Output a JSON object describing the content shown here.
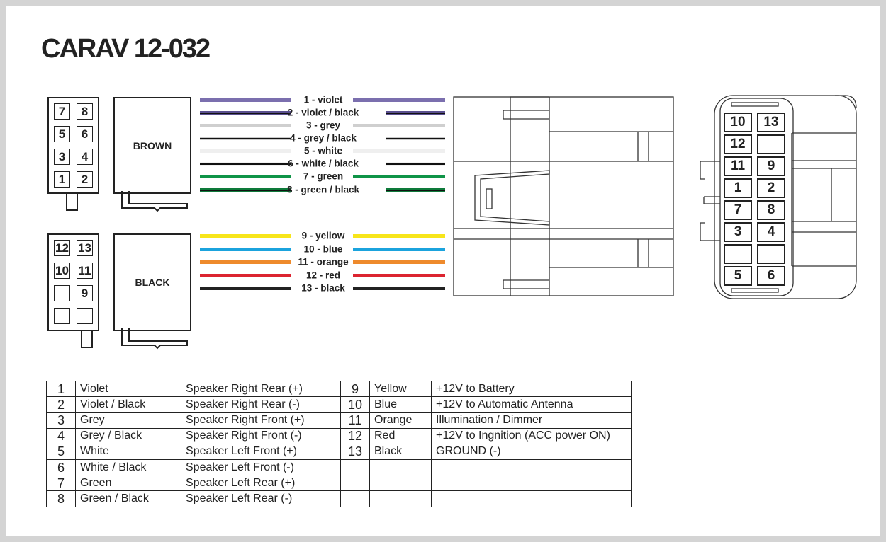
{
  "title": "CARAV 12-032",
  "connectors": {
    "brown": {
      "label": "BROWN",
      "pins": [
        [
          "7",
          "8"
        ],
        [
          "5",
          "6"
        ],
        [
          "3",
          "4"
        ],
        [
          "1",
          "2"
        ]
      ]
    },
    "black": {
      "label": "BLACK",
      "pins": [
        [
          "12",
          "13"
        ],
        [
          "10",
          "11"
        ],
        [
          "",
          "9"
        ],
        [
          "",
          ""
        ]
      ]
    }
  },
  "wires": [
    {
      "label": "1 - violet",
      "color": "#7b6fae",
      "striped": false
    },
    {
      "label": "2 - violet / black",
      "color": "#5a4f8f",
      "striped": true
    },
    {
      "label": "3 - grey",
      "color": "#cfcfcf",
      "striped": false
    },
    {
      "label": "4 - grey / black",
      "color": "#c8c8c8",
      "striped": true
    },
    {
      "label": "5 - white",
      "color": "#efefef",
      "striped": false
    },
    {
      "label": "6 - white / black",
      "color": "#f2f2f2",
      "striped": true
    },
    {
      "label": "7 - green",
      "color": "#0f9447",
      "striped": false
    },
    {
      "label": "8 - green / black",
      "color": "#0e7a3a",
      "striped": true
    },
    {
      "label": "9 - yellow",
      "color": "#f7e51a",
      "striped": false
    },
    {
      "label": "10 - blue",
      "color": "#1ba3dd",
      "striped": false
    },
    {
      "label": "11 - orange",
      "color": "#ee8a2c",
      "striped": false
    },
    {
      "label": "12 - red",
      "color": "#dc2430",
      "striped": false
    },
    {
      "label": "13 - black",
      "color": "#222222",
      "striped": false
    }
  ],
  "face_pins": [
    [
      "10",
      "13"
    ],
    [
      "12",
      ""
    ],
    [
      "11",
      "9"
    ],
    [
      "1",
      "2"
    ],
    [
      "7",
      "8"
    ],
    [
      "3",
      "4"
    ],
    [
      "",
      ""
    ],
    [
      "5",
      "6"
    ]
  ],
  "table": {
    "left": [
      [
        "1",
        "Violet",
        "Speaker Right Rear (+)"
      ],
      [
        "2",
        "Violet / Black",
        "Speaker Right Rear (-)"
      ],
      [
        "3",
        "Grey",
        "Speaker Right Front (+)"
      ],
      [
        "4",
        "Grey / Black",
        "Speaker Right Front (-)"
      ],
      [
        "5",
        "White",
        "Speaker Left Front (+)"
      ],
      [
        "6",
        "White / Black",
        "Speaker Left Front (-)"
      ],
      [
        "7",
        "Green",
        "Speaker Left Rear (+)"
      ],
      [
        "8",
        "Green / Black",
        "Speaker Left Rear (-)"
      ]
    ],
    "right": [
      [
        "9",
        "Yellow",
        "+12V to Battery"
      ],
      [
        "10",
        "Blue",
        "+12V to Automatic Antenna"
      ],
      [
        "11",
        "Orange",
        "Illumination / Dimmer"
      ],
      [
        "12",
        "Red",
        "+12V to Ingnition (ACC power ON)"
      ],
      [
        "13",
        "Black",
        "GROUND (-)"
      ],
      [
        "",
        "",
        ""
      ],
      [
        "",
        "",
        ""
      ],
      [
        "",
        "",
        ""
      ]
    ]
  }
}
